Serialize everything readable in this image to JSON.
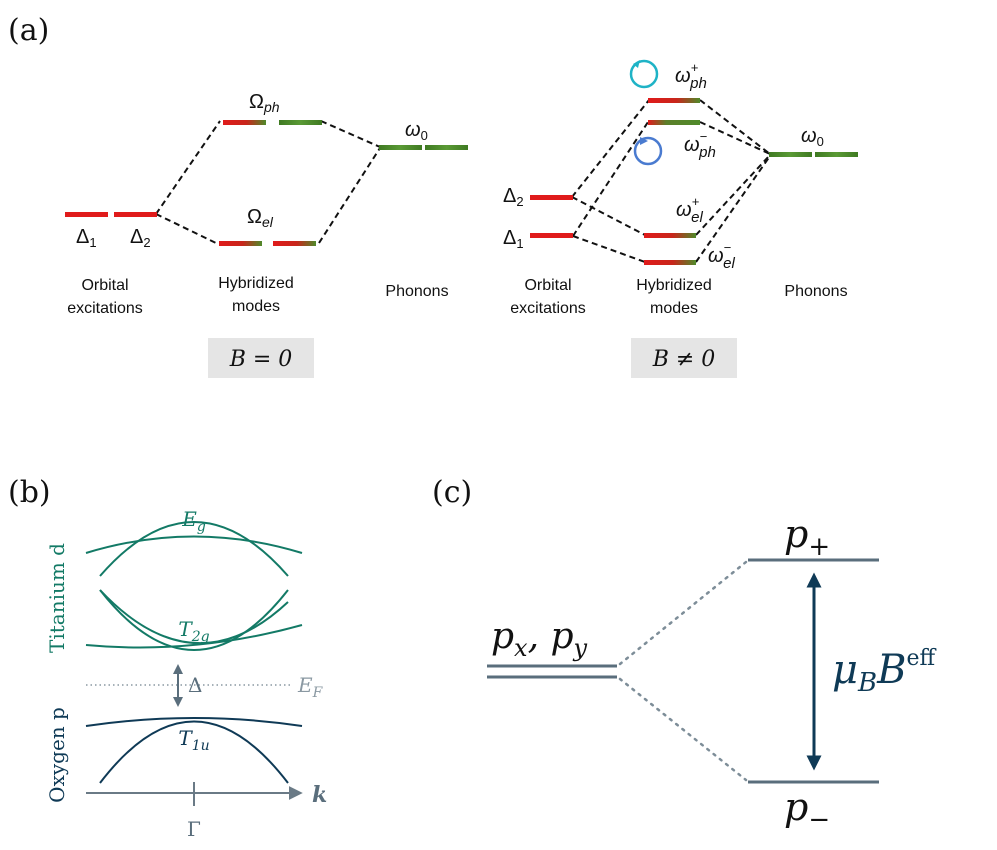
{
  "colors": {
    "red": "#e01b1b",
    "green": "#4f8a2a",
    "teal": "#137a66",
    "navy": "#0f3a56",
    "slate": "#5a6e7c",
    "box": "#e5e5e5",
    "cyan": "#1fb3c6",
    "blue": "#4a7bd0"
  },
  "panel_a": {
    "tag": "(a)",
    "left": {
      "labels": {
        "d1": "Δ",
        "d1_sub": "1",
        "d2": "Δ",
        "d2_sub": "2",
        "om_ph": "Ω",
        "om_ph_sub": "ph",
        "om_el": "Ω",
        "om_el_sub": "el",
        "w0": "ω",
        "w0_sub": "0"
      },
      "columns": {
        "orbital_1": "Orbital",
        "orbital_2": "excitations",
        "hybrid_1": "Hybridized",
        "hybrid_2": "modes",
        "phonons": "Phonons"
      },
      "condition": "B = 0"
    },
    "right": {
      "labels": {
        "d2": "Δ",
        "d2_sub": "2",
        "d1": "Δ",
        "d1_sub": "1",
        "wph": "ω",
        "wph_plus_sub": "ph",
        "wph_plus_sup": "+",
        "wph_minus_sub": "ph",
        "wph_minus_sup": "−",
        "wel": "ω",
        "wel_plus_sub": "el",
        "wel_plus_sup": "+",
        "wel_minus_sub": "el",
        "wel_minus_sup": "−",
        "w0": "ω",
        "w0_sub": "0"
      },
      "columns": {
        "orbital_1": "Orbital",
        "orbital_2": "excitations",
        "hybrid_1": "Hybridized",
        "hybrid_2": "modes",
        "phonons": "Phonons"
      },
      "condition": "B ≠ 0"
    }
  },
  "panel_b": {
    "tag": "(b)",
    "eg": "E",
    "eg_sub": "g",
    "t2g": "T",
    "t2g_sub": "2g",
    "t1u": "T",
    "t1u_sub": "1u",
    "delta": "Δ",
    "ef": "E",
    "ef_sub": "F",
    "k": "k",
    "gamma": "Γ",
    "ti_label": "Titanium d",
    "o_label": "Oxygen p"
  },
  "panel_c": {
    "tag": "(c)",
    "p_plus": "p",
    "p_plus_sub": "+",
    "p_xy": "p",
    "p_xy_sub1": "x",
    "p_xy_sep": ", p",
    "p_xy_sub2": "y",
    "p_minus": "p",
    "p_minus_sub": "−",
    "mu": "μ",
    "mu_sub": "B",
    "b": "B",
    "b_sup": "eff"
  }
}
